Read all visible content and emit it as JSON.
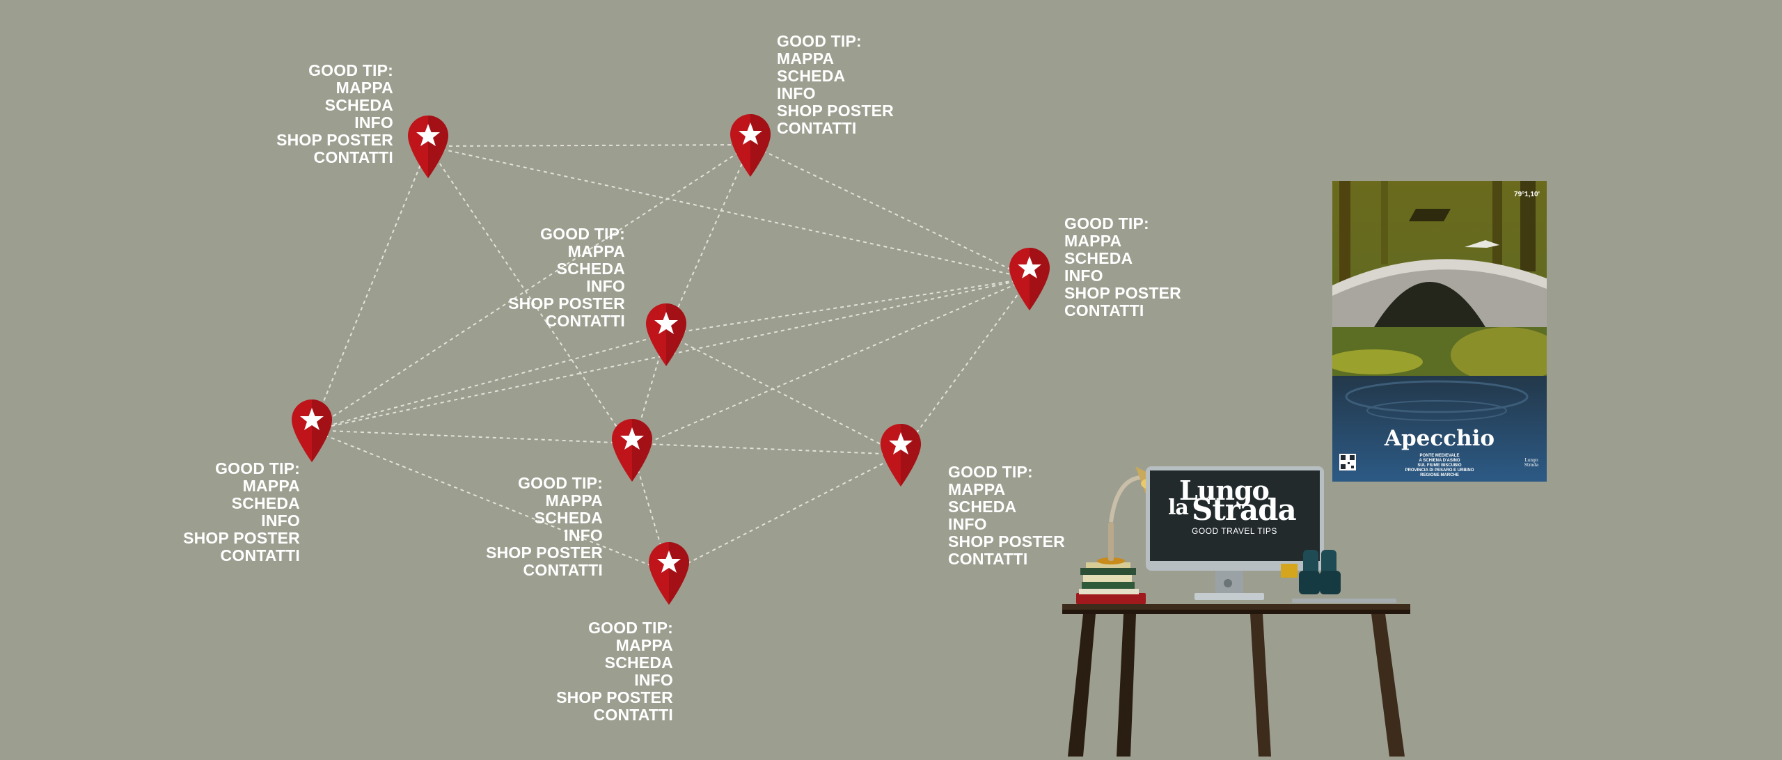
{
  "tip": {
    "title": "GOOD TIP:",
    "items": [
      "MAPPA",
      "SCHEDA",
      "INFO",
      "SHOP POSTER",
      "CONTATTI"
    ]
  },
  "poster": {
    "title": "Apecchio",
    "size": "79°1,10'",
    "caption": [
      "PONTE MEDIEVALE",
      "A SCHIENA D'ASINO",
      "SUL FIUME BISCUBIO",
      "PROVINCIA DI PESARO E URBINO",
      "REGIONE MARCHE"
    ],
    "icon": "qr-code-icon"
  },
  "monitor": {
    "line1": "Lungo",
    "line2a": "la",
    "line2b": "Strada",
    "tagline": "GOOD TRAVEL TIPS"
  },
  "colors": {
    "background": "#9c9e8f",
    "pin": "#c0141b",
    "pin_dark": "#8a0c10",
    "route": "#e2e2da"
  },
  "icons": {
    "pin": "map-pin-star-icon",
    "lamp": "desk-lamp-icon",
    "books": "book-stack-icon",
    "binoculars": "binoculars-icon"
  }
}
